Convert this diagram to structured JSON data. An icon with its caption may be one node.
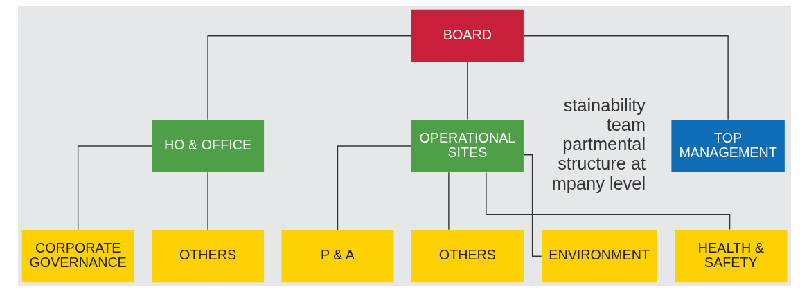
{
  "diagram": {
    "nodes": [
      {
        "text": [
          "BOARD"
        ]
      },
      {
        "text": [
          "TOP MANAGEMENT"
        ]
      },
      {
        "text": [
          "OPERATIONAL SITES"
        ]
      },
      {
        "text": [
          "HO & OFFICE"
        ]
      },
      {
        "text": [
          "ENVIRONMENT"
        ]
      },
      {
        "text": [
          "HEALTH & SAFETY"
        ]
      },
      {
        "text": [
          "P & A"
        ]
      },
      {
        "text": [
          "OTHERS"
        ]
      },
      {
        "text": [
          "CORPORATE GOVERNANCE"
        ]
      },
      {
        "text": [
          "OTHERS"
        ]
      }
    ],
    "edges": [
      {
        "from": 0,
        "to": 1,
        "arrow": "none"
      },
      {
        "from": 0,
        "to": 2,
        "arrow": "none"
      },
      {
        "from": 0,
        "to": 3,
        "arrow": "none"
      },
      {
        "from": 2,
        "to": 4,
        "arrow": "none"
      },
      {
        "from": 2,
        "to": 5,
        "arrow": "none"
      },
      {
        "from": 2,
        "to": 6,
        "arrow": "none"
      },
      {
        "from": 2,
        "to": 7,
        "arrow": "none"
      },
      {
        "from": 3,
        "to": 8,
        "arrow": "none"
      },
      {
        "from": 3,
        "to": 9,
        "arrow": "none"
      }
    ],
    "labels": [
      "stainability team partmental structure at mpany level"
    ]
  }
}
